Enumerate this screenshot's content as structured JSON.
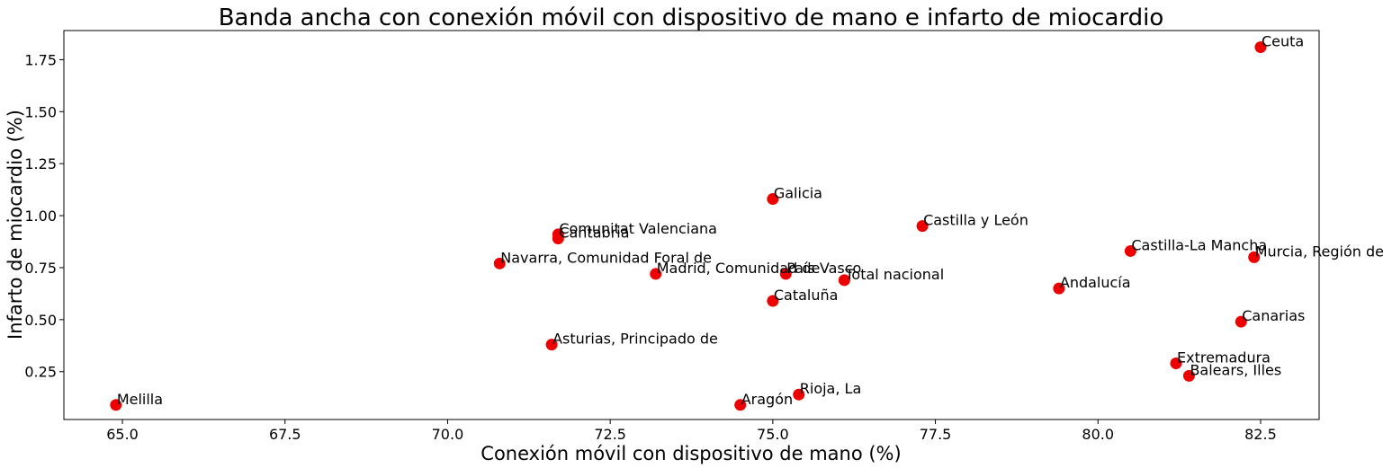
{
  "chart_data": {
    "type": "scatter",
    "title": "Banda ancha con conexión móvil con dispositivo de mano e infarto de miocardio",
    "xlabel": "Conexión móvil con dispositivo de mano (%)",
    "ylabel": "Infarto de miocardio (%)",
    "xlim": [
      64.1,
      83.4
    ],
    "ylim": [
      0.02,
      1.89
    ],
    "xticks": [
      "65.0",
      "67.5",
      "70.0",
      "72.5",
      "75.0",
      "77.5",
      "80.0",
      "82.5"
    ],
    "yticks": [
      "0.25",
      "0.50",
      "0.75",
      "1.00",
      "1.25",
      "1.50",
      "1.75"
    ],
    "grid": false,
    "marker_color": "#ee0000",
    "points": [
      {
        "label": "Ceuta",
        "x": 82.5,
        "y": 1.81
      },
      {
        "label": "Galicia",
        "x": 75.0,
        "y": 1.08
      },
      {
        "label": "Castilla y León",
        "x": 77.3,
        "y": 0.95
      },
      {
        "label": "Comunitat Valenciana",
        "x": 71.7,
        "y": 0.91
      },
      {
        "label": "Cantabria",
        "x": 71.7,
        "y": 0.89
      },
      {
        "label": "Castilla-La Mancha",
        "x": 80.5,
        "y": 0.83
      },
      {
        "label": "Murcia, Región de",
        "x": 82.4,
        "y": 0.8
      },
      {
        "label": "Navarra, Comunidad Foral de",
        "x": 70.8,
        "y": 0.77
      },
      {
        "label": "Madrid, Comunidad de",
        "x": 73.2,
        "y": 0.72
      },
      {
        "label": "País Vasco",
        "x": 75.2,
        "y": 0.72
      },
      {
        "label": "Total nacional",
        "x": 76.1,
        "y": 0.69
      },
      {
        "label": "Andalucía",
        "x": 79.4,
        "y": 0.65
      },
      {
        "label": "Cataluña",
        "x": 75.0,
        "y": 0.59
      },
      {
        "label": "Canarias",
        "x": 82.2,
        "y": 0.49
      },
      {
        "label": "Asturias, Principado de",
        "x": 71.6,
        "y": 0.38
      },
      {
        "label": "Extremadura",
        "x": 81.2,
        "y": 0.29
      },
      {
        "label": "Balears, Illes",
        "x": 81.4,
        "y": 0.23
      },
      {
        "label": "Rioja, La",
        "x": 75.4,
        "y": 0.14
      },
      {
        "label": "Aragón",
        "x": 74.5,
        "y": 0.09
      },
      {
        "label": "Melilla",
        "x": 64.9,
        "y": 0.09
      }
    ]
  }
}
